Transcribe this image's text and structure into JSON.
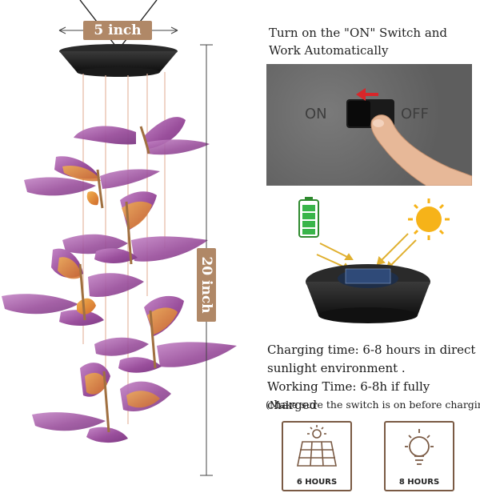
{
  "dimensions": {
    "width_label": "5 inch",
    "height_label": "20 inch"
  },
  "switch_panel": {
    "heading_line1": "Turn on the \"ON\"  Switch and",
    "heading_line2": "Work Automatically",
    "on_text": "ON",
    "off_text": "OFF"
  },
  "charging": {
    "line1": "Charging time: 6-8 hours in direct",
    "line2": "sunlight environment .",
    "line3": "Working Time: 6-8h if fully charged",
    "note": "(Make sure the switch is on before charging.)"
  },
  "badges": [
    {
      "label": "6 HOURS",
      "icon": "solar-panel-icon"
    },
    {
      "label": "8 HOURS",
      "icon": "light-bulb-icon"
    }
  ],
  "colors": {
    "accent_brown": "#b08867",
    "badge_border": "#7a5a44",
    "butterfly_purple": "#a05aa8",
    "butterfly_orange": "#e08a3a"
  }
}
